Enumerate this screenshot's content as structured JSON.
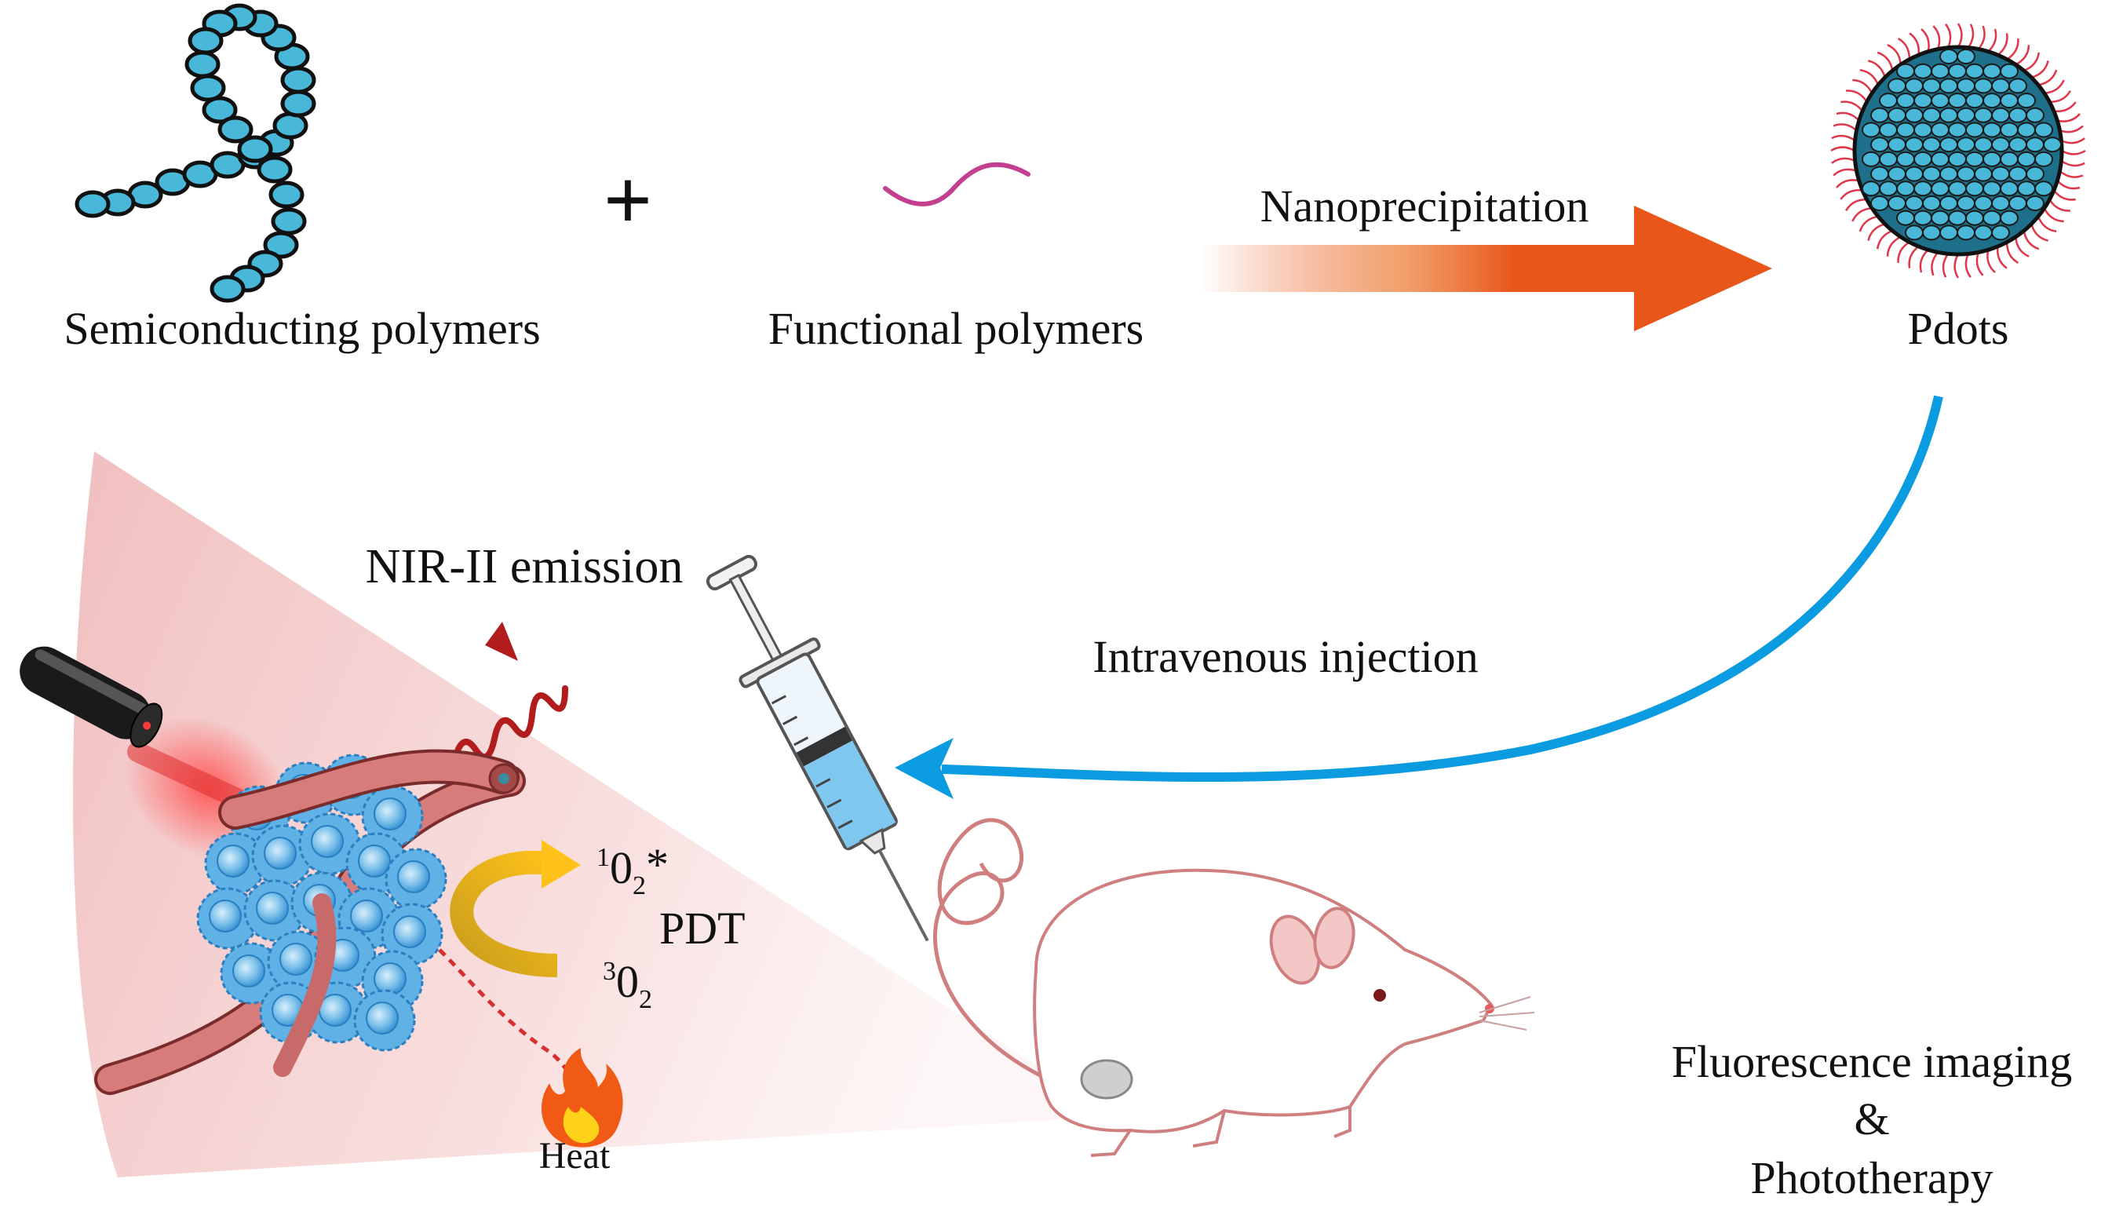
{
  "labels": {
    "semiconducting": "Semiconducting polymers",
    "plus": "+",
    "functional": "Functional polymers",
    "nanoprecipitation": "Nanoprecipitation",
    "pdots": "Pdots",
    "intravenous": "Intravenous injection",
    "nir": "NIR-II emission",
    "singlet_sup": "1",
    "singlet_main": "0",
    "singlet_sub": "2",
    "singlet_star": "*",
    "pdt": "PDT",
    "triplet_sup": "3",
    "triplet_main": "0",
    "triplet_sub": "2",
    "heat": "Heat",
    "fluorescence": "Fluorescence imaging",
    "ampersand": "&",
    "phototherapy": "Phototherapy"
  },
  "colors": {
    "bead": "#49b8d8",
    "bead_outline": "#111111",
    "functional_polymer": "#c2408f",
    "process_arrow": "#e8561a",
    "injection_arrow": "#0b9be0",
    "corona": "#e0364a",
    "light_beam": "#e58a8a",
    "pdt_arrow": "#f2b400",
    "vessel": "#c96a6a",
    "tumor": "#6fb7e3",
    "mouse_outline": "#cf7f7f"
  },
  "icons": {
    "laser": "laser-pointer-icon",
    "syringe": "syringe-icon",
    "mouse": "mouse-icon",
    "flame": "flame-icon"
  }
}
